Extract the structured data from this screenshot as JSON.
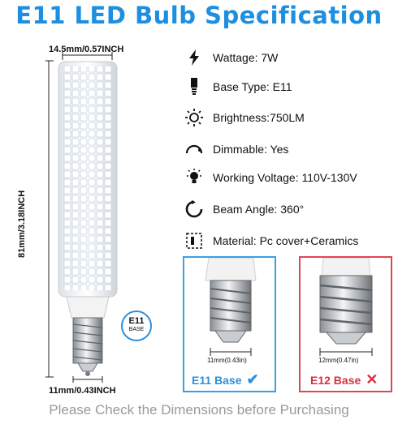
{
  "title": "E11 LED Bulb Specification",
  "dimensions": {
    "top_width": "14.5mm/0.57INCH",
    "height": "81mm/3.18INCH",
    "bottom_width": "11mm/0.43INCH"
  },
  "badge": {
    "line1": "E11",
    "line2": "BASE"
  },
  "specs": [
    {
      "icon": "lightning-icon",
      "label": "Wattage: 7W"
    },
    {
      "icon": "base-icon",
      "label": "Base Type: E11"
    },
    {
      "icon": "sun-icon",
      "label": "Brightness:750LM"
    },
    {
      "icon": "dimmer-arc-icon",
      "label": "Dimmable: Yes"
    },
    {
      "icon": "bulb-icon",
      "label": "Working Voltage: 110V-130V"
    },
    {
      "icon": "rotate-icon",
      "label": "Beam  Angle: 360°"
    },
    {
      "icon": "material-box-icon",
      "label": "Material: Pc cover+Ceramics"
    }
  ],
  "comparison": {
    "e11": {
      "measure": "11mm(0.43in)",
      "caption": "E11 Base",
      "mark": "✔",
      "color": "#3aa0e6"
    },
    "e12": {
      "measure": "12mm(0.47in)",
      "caption": "E12 Base",
      "mark": "✕",
      "color": "#e04552"
    }
  },
  "footer": "Please Check the Dimensions before Purchasing",
  "colors": {
    "title": "#1e8fe0",
    "led": "#ffffff",
    "ceramic": "#f2f2f2"
  }
}
